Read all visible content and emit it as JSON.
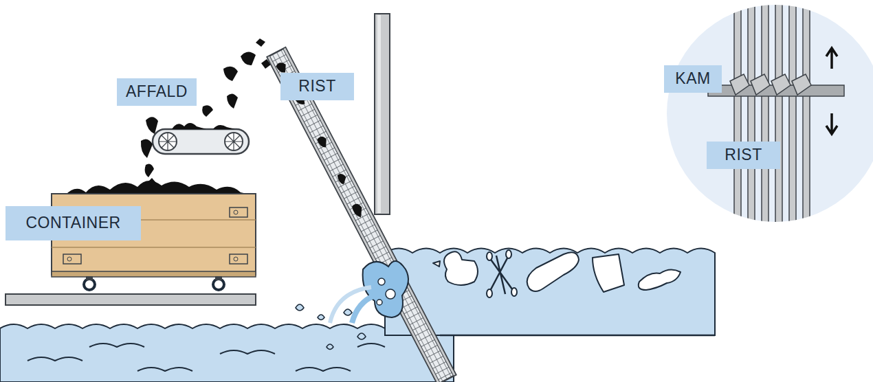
{
  "diagram": {
    "nodes": [
      {
        "text": [
          "AFFALD"
        ]
      },
      {
        "text": [
          "RIST"
        ]
      },
      {
        "text": [
          "KAM"
        ]
      },
      {
        "text": [
          "CONTAINER"
        ]
      },
      {
        "text": [
          "RIST"
        ]
      }
    ]
  }
}
